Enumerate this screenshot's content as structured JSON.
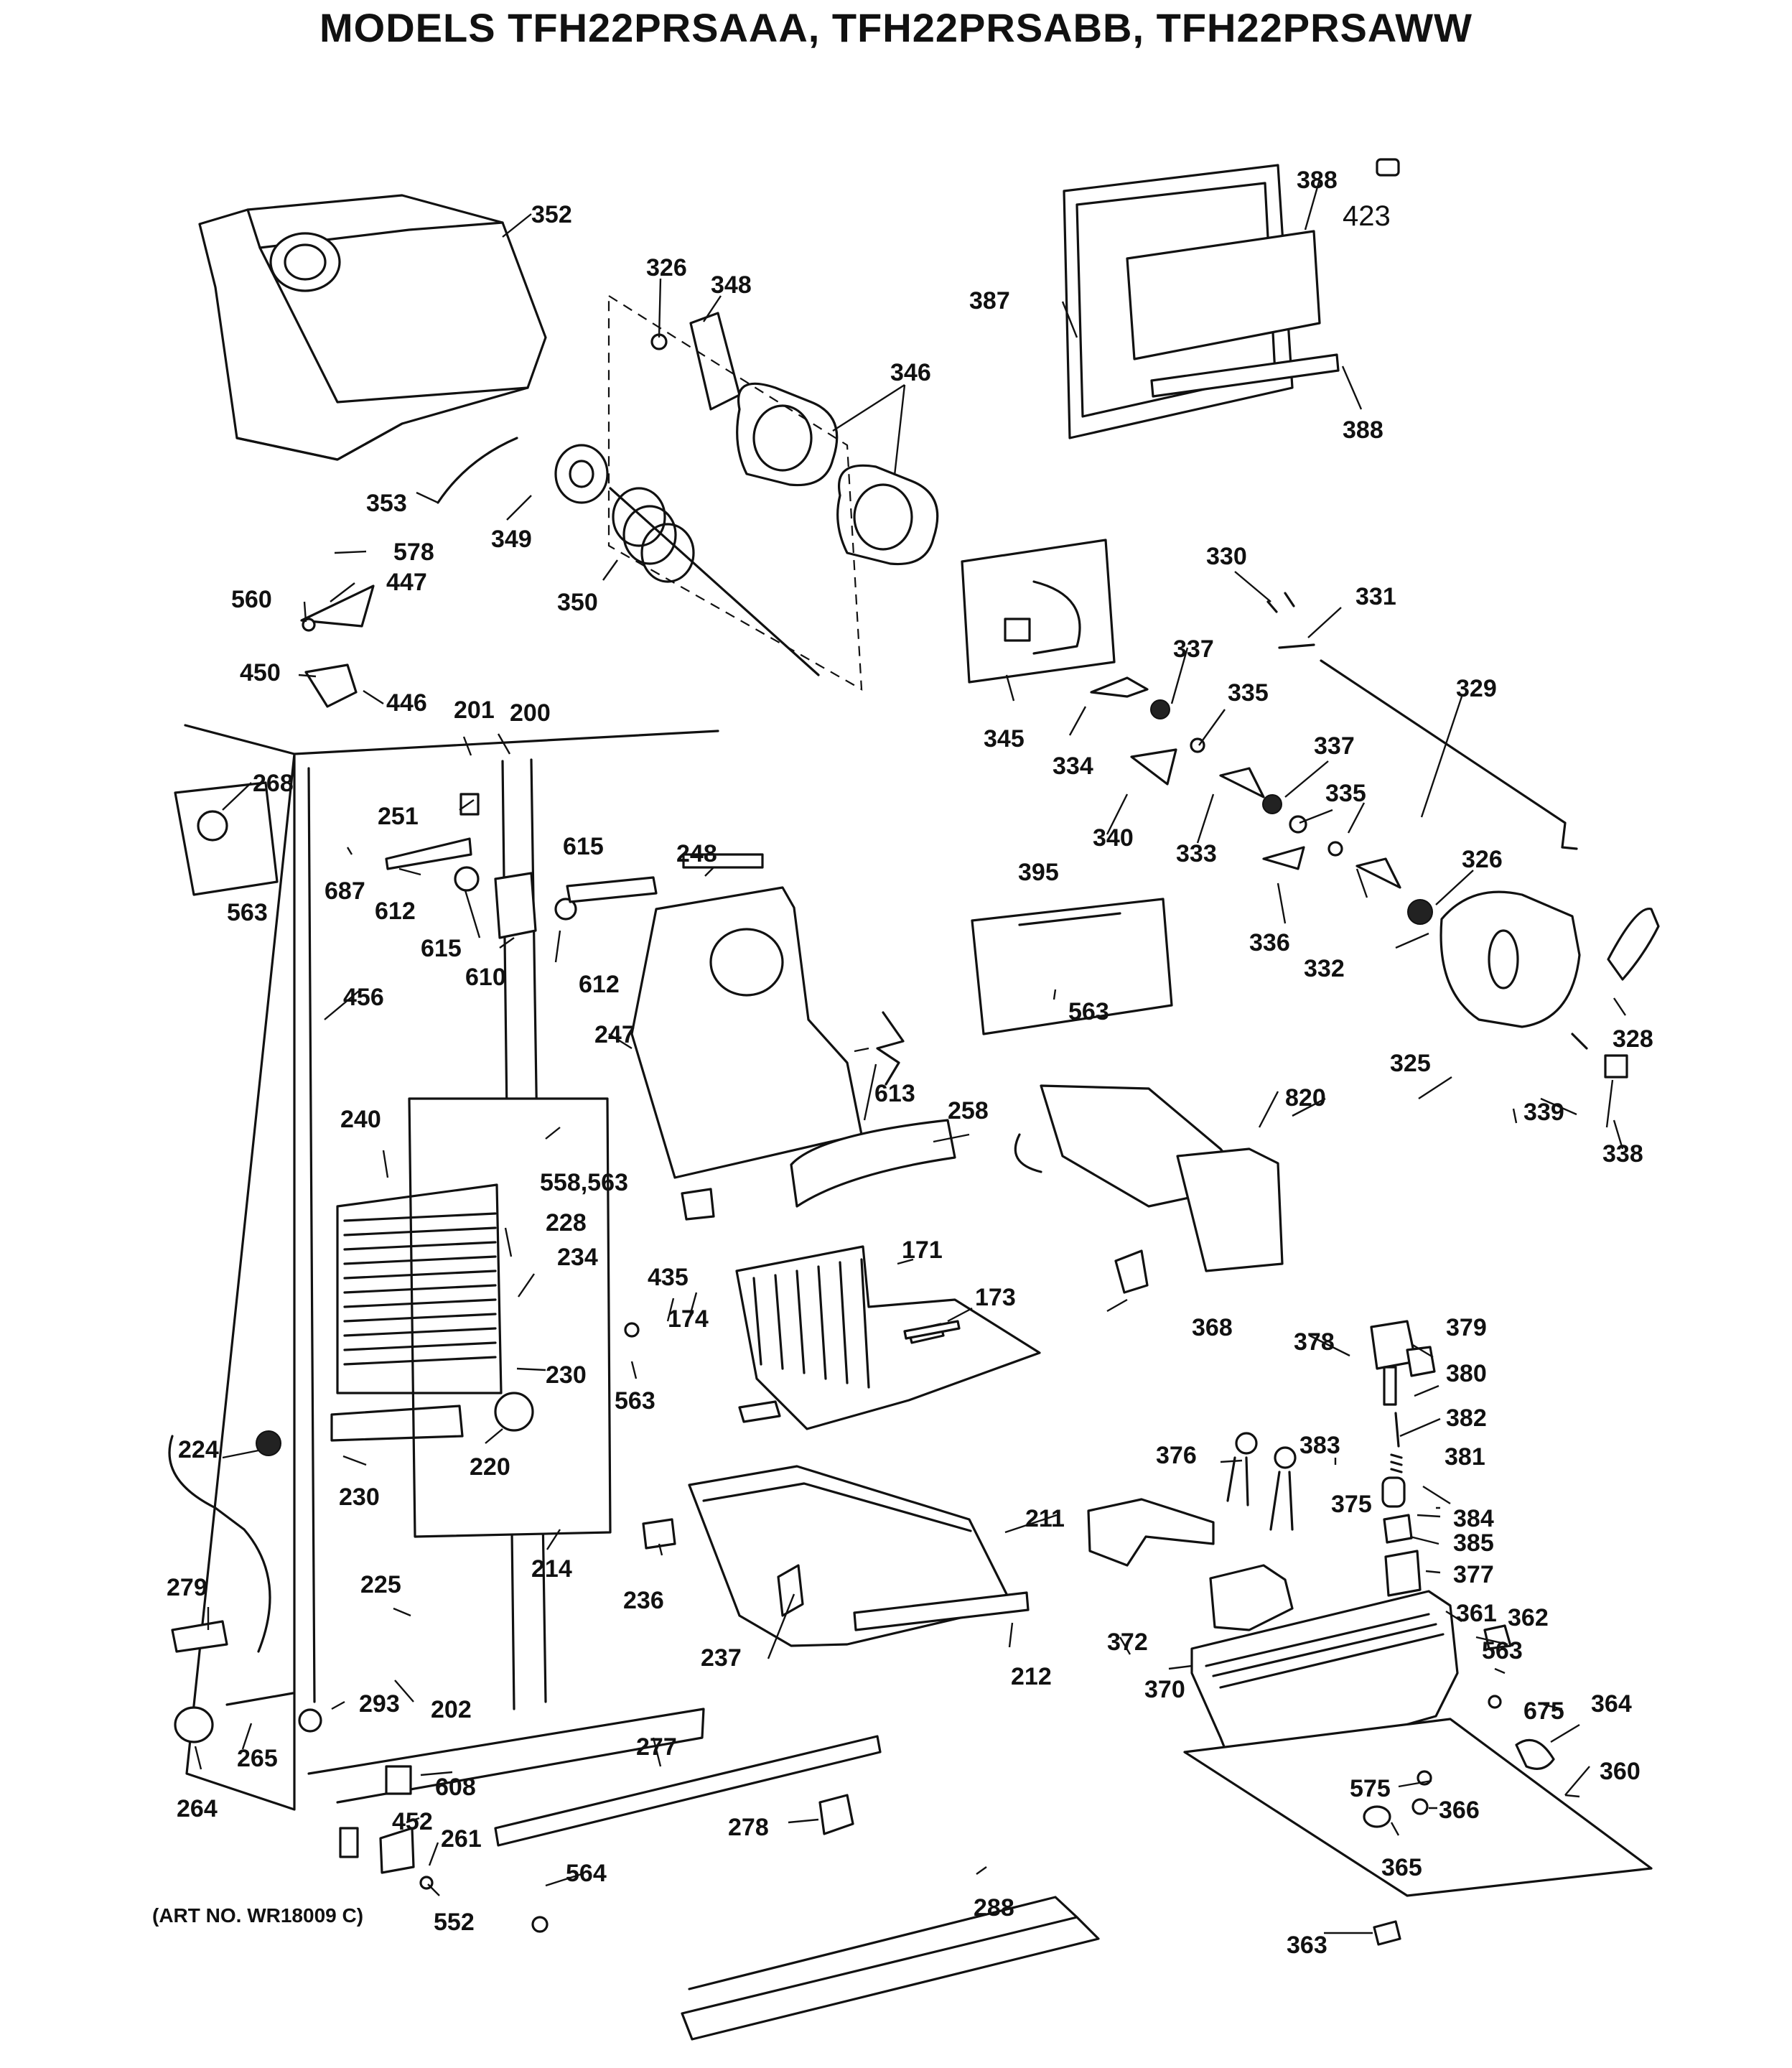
{
  "title": "MODELS TFH22PRSAAA, TFH22PRSABB, TFH22PRSAWW",
  "art_number": "(ART NO. WR18009 C)",
  "callouts": [
    {
      "id": "c352",
      "text": "352"
    },
    {
      "id": "c326a",
      "text": "326"
    },
    {
      "id": "c348",
      "text": "348"
    },
    {
      "id": "c346",
      "text": "346"
    },
    {
      "id": "c388a",
      "text": "388"
    },
    {
      "id": "c423",
      "text": "423"
    },
    {
      "id": "c387",
      "text": "387"
    },
    {
      "id": "c388b",
      "text": "388"
    },
    {
      "id": "c353",
      "text": "353"
    },
    {
      "id": "c349",
      "text": "349"
    },
    {
      "id": "c350",
      "text": "350"
    },
    {
      "id": "c578",
      "text": "578"
    },
    {
      "id": "c447",
      "text": "447"
    },
    {
      "id": "c560",
      "text": "560"
    },
    {
      "id": "c450",
      "text": "450"
    },
    {
      "id": "c446",
      "text": "446"
    },
    {
      "id": "c201",
      "text": "201"
    },
    {
      "id": "c200",
      "text": "200"
    },
    {
      "id": "c330",
      "text": "330"
    },
    {
      "id": "c331",
      "text": "331"
    },
    {
      "id": "c329",
      "text": "329"
    },
    {
      "id": "c345",
      "text": "345"
    },
    {
      "id": "c337a",
      "text": "337"
    },
    {
      "id": "c334",
      "text": "334"
    },
    {
      "id": "c335a",
      "text": "335"
    },
    {
      "id": "c337b",
      "text": "337"
    },
    {
      "id": "c335b",
      "text": "335"
    },
    {
      "id": "c340",
      "text": "340"
    },
    {
      "id": "c333",
      "text": "333"
    },
    {
      "id": "c326b",
      "text": "326"
    },
    {
      "id": "c336",
      "text": "336"
    },
    {
      "id": "c332",
      "text": "332"
    },
    {
      "id": "c268",
      "text": "268"
    },
    {
      "id": "c251",
      "text": "251"
    },
    {
      "id": "c615a",
      "text": "615"
    },
    {
      "id": "c248",
      "text": "248"
    },
    {
      "id": "c395",
      "text": "395"
    },
    {
      "id": "c687",
      "text": "687"
    },
    {
      "id": "c612a",
      "text": "612"
    },
    {
      "id": "c563a",
      "text": "563"
    },
    {
      "id": "c615b",
      "text": "615"
    },
    {
      "id": "c610",
      "text": "610"
    },
    {
      "id": "c612b",
      "text": "612"
    },
    {
      "id": "c563b",
      "text": "563"
    },
    {
      "id": "c328",
      "text": "328"
    },
    {
      "id": "c456",
      "text": "456"
    },
    {
      "id": "c247",
      "text": "247"
    },
    {
      "id": "c613",
      "text": "613"
    },
    {
      "id": "c325",
      "text": "325"
    },
    {
      "id": "c820",
      "text": "820"
    },
    {
      "id": "c339",
      "text": "339"
    },
    {
      "id": "c338",
      "text": "338"
    },
    {
      "id": "c240",
      "text": "240"
    },
    {
      "id": "c258",
      "text": "258"
    },
    {
      "id": "c558",
      "text": "558,563"
    },
    {
      "id": "c228",
      "text": "228"
    },
    {
      "id": "c234",
      "text": "234"
    },
    {
      "id": "c435",
      "text": "435"
    },
    {
      "id": "c171",
      "text": "171"
    },
    {
      "id": "c173",
      "text": "173"
    },
    {
      "id": "c174",
      "text": "174"
    },
    {
      "id": "c368",
      "text": "368"
    },
    {
      "id": "c378",
      "text": "378"
    },
    {
      "id": "c379",
      "text": "379"
    },
    {
      "id": "c230a",
      "text": "230"
    },
    {
      "id": "c563c",
      "text": "563"
    },
    {
      "id": "c380",
      "text": "380"
    },
    {
      "id": "c382",
      "text": "382"
    },
    {
      "id": "c224",
      "text": "224"
    },
    {
      "id": "c220",
      "text": "220"
    },
    {
      "id": "c230b",
      "text": "230"
    },
    {
      "id": "c376",
      "text": "376"
    },
    {
      "id": "c383",
      "text": "383"
    },
    {
      "id": "c381",
      "text": "381"
    },
    {
      "id": "c375",
      "text": "375"
    },
    {
      "id": "c211",
      "text": "211"
    },
    {
      "id": "c384",
      "text": "384"
    },
    {
      "id": "c385",
      "text": "385"
    },
    {
      "id": "c214",
      "text": "214"
    },
    {
      "id": "c279",
      "text": "279"
    },
    {
      "id": "c225",
      "text": "225"
    },
    {
      "id": "c236",
      "text": "236"
    },
    {
      "id": "c377",
      "text": "377"
    },
    {
      "id": "c361",
      "text": "361"
    },
    {
      "id": "c362",
      "text": "362"
    },
    {
      "id": "c237",
      "text": "237"
    },
    {
      "id": "c212",
      "text": "212"
    },
    {
      "id": "c372",
      "text": "372"
    },
    {
      "id": "c563d",
      "text": "563"
    },
    {
      "id": "c370",
      "text": "370"
    },
    {
      "id": "c202",
      "text": "202"
    },
    {
      "id": "c293",
      "text": "293"
    },
    {
      "id": "c675",
      "text": "675"
    },
    {
      "id": "c364",
      "text": "364"
    },
    {
      "id": "c277",
      "text": "277"
    },
    {
      "id": "c265",
      "text": "265"
    },
    {
      "id": "c360",
      "text": "360"
    },
    {
      "id": "c264",
      "text": "264"
    },
    {
      "id": "c608",
      "text": "608"
    },
    {
      "id": "c575",
      "text": "575"
    },
    {
      "id": "c366",
      "text": "366"
    },
    {
      "id": "c278",
      "text": "278"
    },
    {
      "id": "c452",
      "text": "452"
    },
    {
      "id": "c261",
      "text": "261"
    },
    {
      "id": "c365",
      "text": "365"
    },
    {
      "id": "c564",
      "text": "564"
    },
    {
      "id": "c288",
      "text": "288"
    },
    {
      "id": "c552",
      "text": "552"
    },
    {
      "id": "c363",
      "text": "363"
    }
  ]
}
